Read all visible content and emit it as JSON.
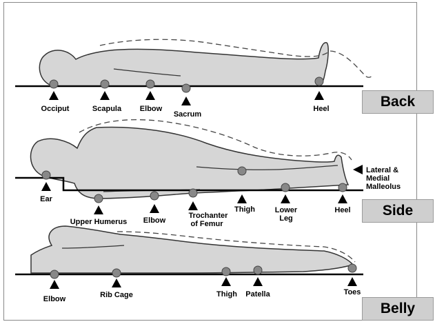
{
  "diagram": {
    "colors": {
      "body_fill": "#d6d6d6",
      "outline": "#333333",
      "point_fill": "#888888",
      "marker": "#000000",
      "label_box": "#cfcfcf"
    },
    "positions": [
      {
        "id": "back",
        "label": "Back",
        "points": [
          "Occiput",
          "Scapula",
          "Elbow",
          "Sacrum",
          "Heel"
        ]
      },
      {
        "id": "side",
        "label": "Side",
        "points": [
          "Ear",
          "Upper Humerus",
          "Elbow",
          "Trochanter",
          "of Femur",
          "Thigh",
          "Lower",
          "Leg",
          "Heel"
        ],
        "side_note": [
          "Lateral &",
          "Medial",
          "Malleolus"
        ]
      },
      {
        "id": "belly",
        "label": "Belly",
        "points": [
          "Elbow",
          "Rib Cage",
          "Thigh",
          "Patella",
          "Toes"
        ]
      }
    ]
  }
}
